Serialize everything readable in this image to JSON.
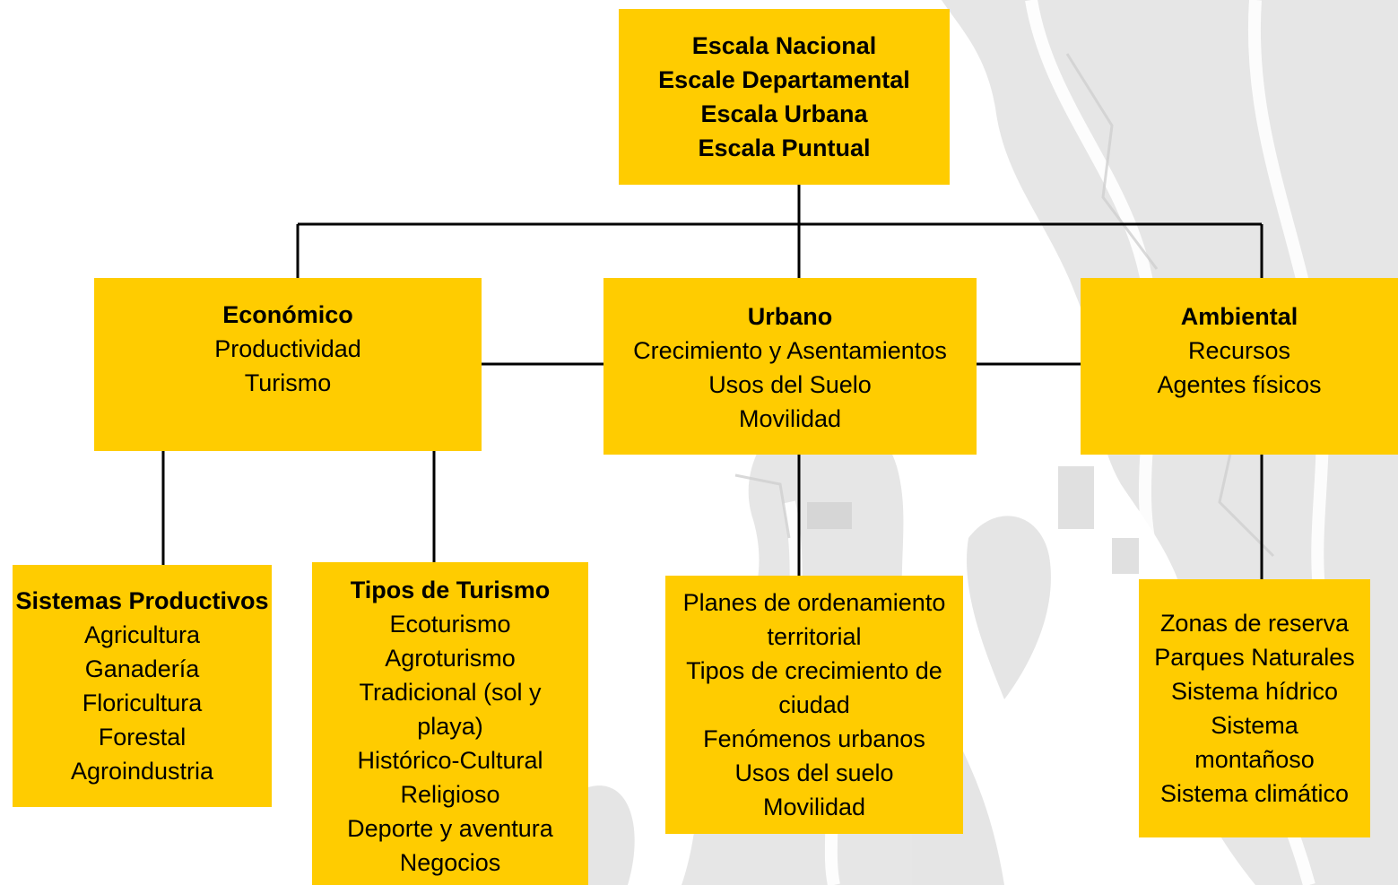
{
  "colors": {
    "box_fill": "#ffcc00",
    "connector": "#000000",
    "background": "#ffffff",
    "map_watermark": "#d8d8d8"
  },
  "root": {
    "lines": [
      "Escala Nacional",
      "Escale Departamental",
      "Escala Urbana",
      "Escala Puntual"
    ]
  },
  "economico": {
    "title": "Económico",
    "lines": [
      "Productividad",
      "Turismo"
    ]
  },
  "urbano": {
    "title": "Urbano",
    "lines": [
      "Crecimiento y Asentamientos",
      "Usos del Suelo",
      "Movilidad"
    ]
  },
  "ambiental": {
    "title": "Ambiental",
    "lines": [
      "Recursos",
      "Agentes físicos"
    ]
  },
  "sistemas": {
    "title": "Sistemas Productivos",
    "lines": [
      "Agricultura",
      "Ganadería",
      "Floricultura",
      "Forestal",
      "Agroindustria"
    ]
  },
  "turismo": {
    "title": "Tipos de Turismo",
    "lines": [
      "Ecoturismo",
      "Agroturismo",
      "Tradicional (sol y",
      "playa)",
      "Histórico-Cultural",
      "Religioso",
      "Deporte y aventura",
      "Negocios"
    ]
  },
  "planes": {
    "lines": [
      "Planes de ordenamiento",
      "territorial",
      "Tipos de crecimiento de",
      "ciudad",
      "Fenómenos urbanos",
      "Usos del suelo",
      "Movilidad"
    ]
  },
  "zonas": {
    "lines": [
      "Zonas de reserva",
      "Parques Naturales",
      "Sistema hídrico",
      "Sistema",
      "montañoso",
      "Sistema climático"
    ]
  }
}
